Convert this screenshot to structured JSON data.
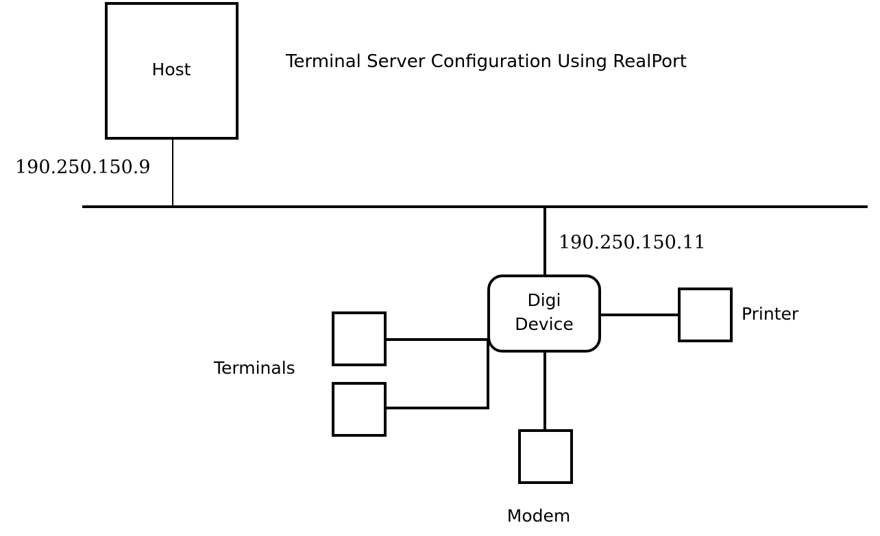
{
  "diagram": {
    "title": "Terminal Server Configuration Using RealPort",
    "background_color": "#ffffff",
    "line_color": "#000000",
    "nodes": {
      "host": {
        "label": "Host",
        "ip": "190.250.150.9"
      },
      "digi": {
        "label_line1": "Digi",
        "label_line2": "Device",
        "ip": "190.250.150.11"
      },
      "terminals": {
        "label": "Terminals"
      },
      "printer": {
        "label": "Printer"
      },
      "modem": {
        "label": "Modem"
      }
    }
  }
}
